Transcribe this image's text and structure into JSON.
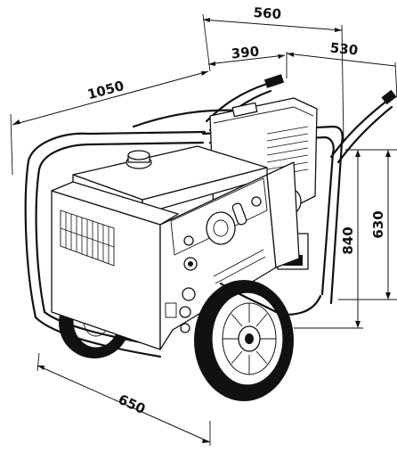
{
  "dimensions": {
    "length": "1050",
    "top_width": "560",
    "handle_offset": "390",
    "handle_depth": "530",
    "total_height": "840",
    "frame_height": "630",
    "base_width": "650"
  },
  "colors": {
    "ink": "#111111",
    "paper": "#ffffff"
  }
}
